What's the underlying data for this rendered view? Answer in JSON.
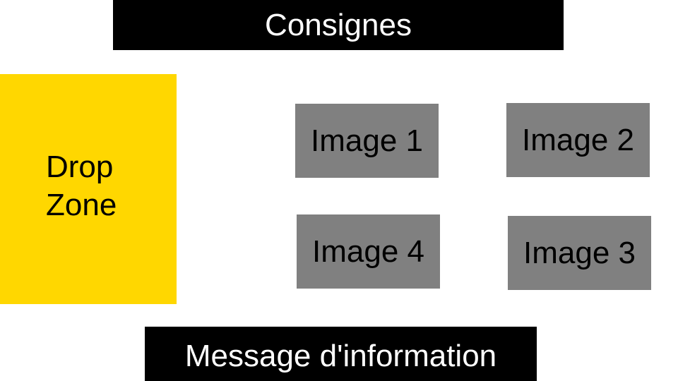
{
  "header": {
    "instructions_label": "Consignes"
  },
  "drop_zone": {
    "line1": "Drop",
    "line2": "Zone",
    "color": "#FFD700"
  },
  "images": [
    {
      "label": "Image 1"
    },
    {
      "label": "Image 2"
    },
    {
      "label": "Image 3"
    },
    {
      "label": "Image 4"
    }
  ],
  "footer": {
    "message_label": "Message d'information"
  },
  "colors": {
    "banner_bg": "#000000",
    "banner_text": "#FFFFFF",
    "tile_bg": "#808080",
    "tile_text": "#000000",
    "drop_zone_bg": "#FFD700"
  }
}
